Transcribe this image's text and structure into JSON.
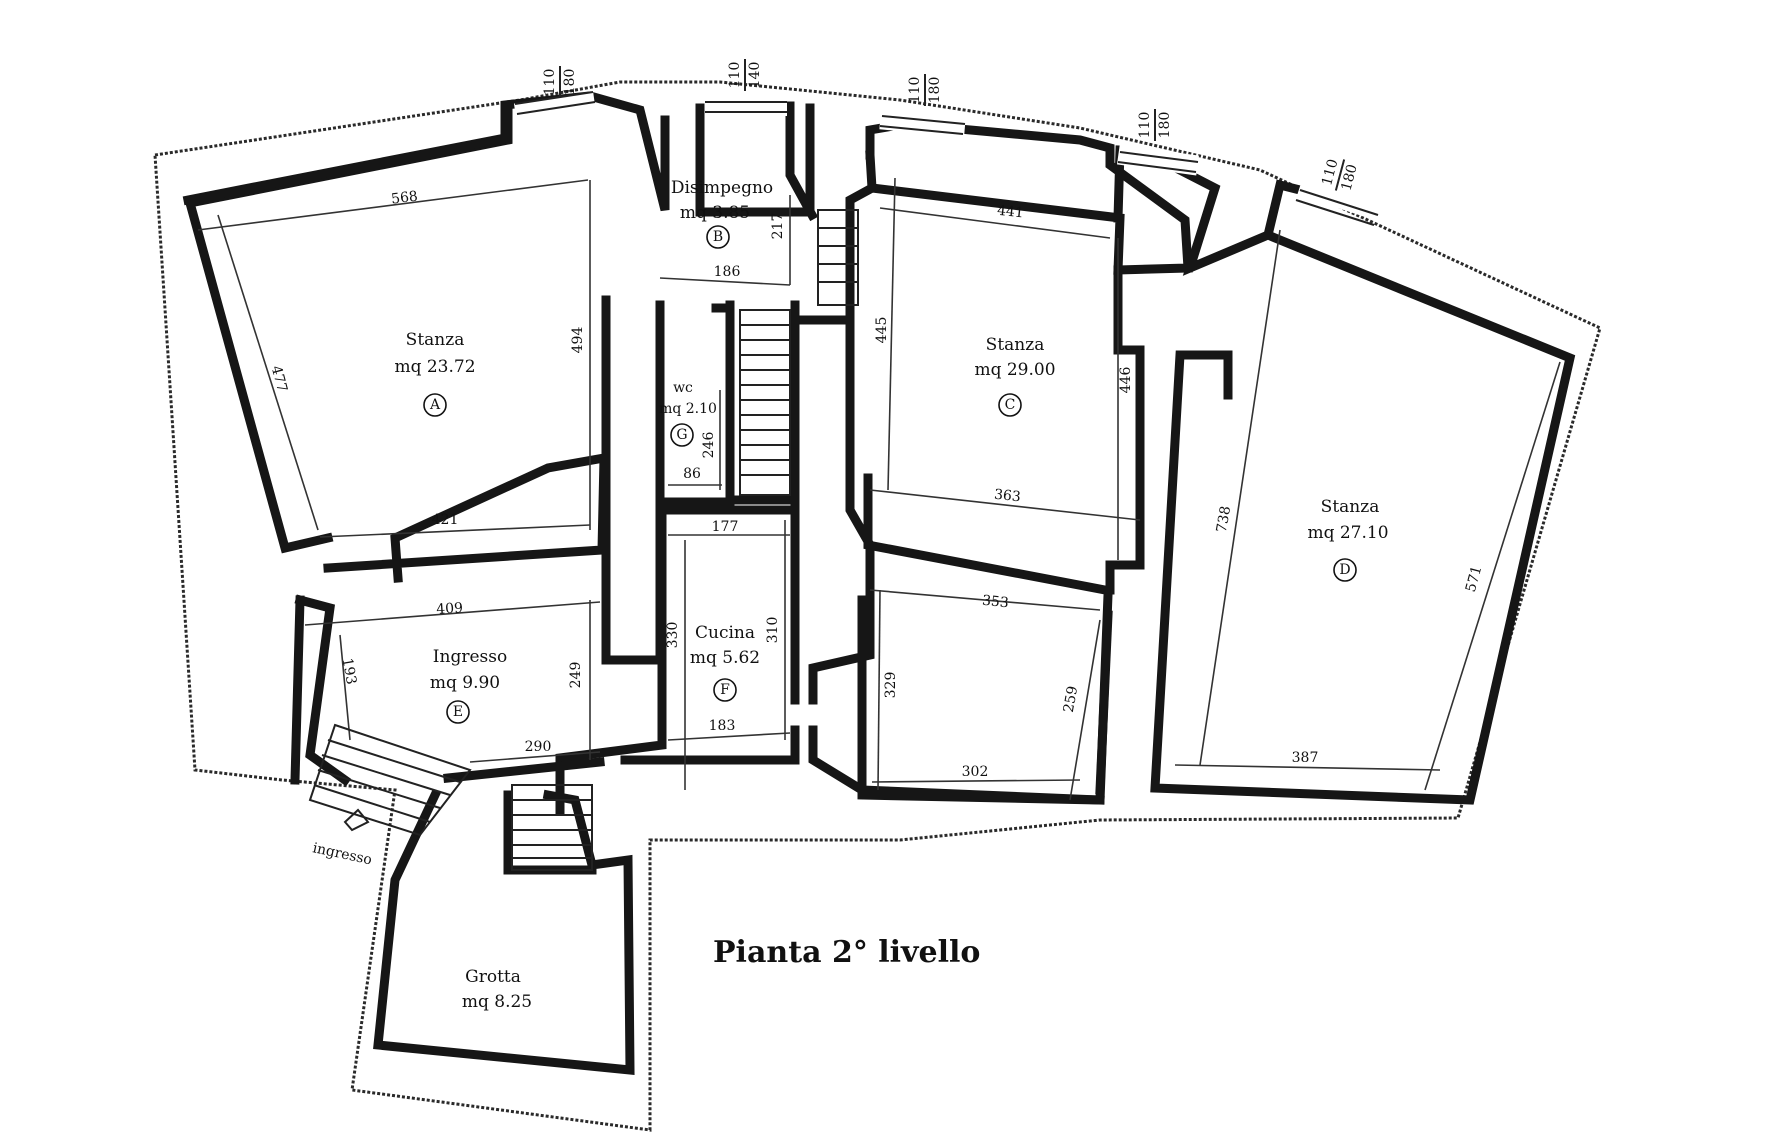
{
  "title": "Pianta  2° livello",
  "entrance_label": "ingresso",
  "rooms": [
    {
      "name": "Stanza",
      "area": "mq 23.72",
      "letter": "A"
    },
    {
      "name": "Disimpegno",
      "area": "mq 3.85",
      "letter": "B"
    },
    {
      "name": "Stanza",
      "area": "mq 29.00",
      "letter": "C"
    },
    {
      "name": "Stanza",
      "area": "mq 27.10",
      "letter": "D"
    },
    {
      "name": "Ingresso",
      "area": "mq 9.90",
      "letter": "E"
    },
    {
      "name": "Cucina",
      "area": "mq 5.62",
      "letter": "F"
    },
    {
      "name": "wc",
      "area": "mq 2.10",
      "letter": "G"
    },
    {
      "name": "Grotta",
      "area": "mq 8.25",
      "letter": ""
    }
  ],
  "dimensions": [
    "568",
    "477",
    "494",
    "421",
    "186",
    "217",
    "246",
    "86",
    "177",
    "409",
    "193",
    "249",
    "290",
    "330",
    "310",
    "183",
    "441",
    "445",
    "446",
    "363",
    "353",
    "329",
    "259",
    "302",
    "738",
    "571",
    "387"
  ],
  "window_labels": [
    {
      "top": "110",
      "bottom": "180"
    },
    {
      "top": "110",
      "bottom": "140"
    },
    {
      "top": "110",
      "bottom": "180"
    },
    {
      "top": "110",
      "bottom": "180"
    },
    {
      "top": "110",
      "bottom": "180"
    }
  ]
}
